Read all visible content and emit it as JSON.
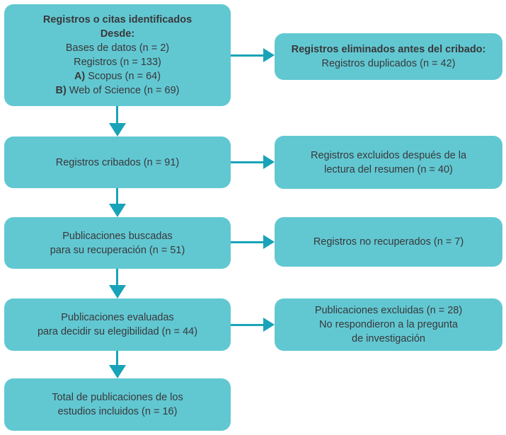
{
  "colors": {
    "box_fill": "#61c8d2",
    "arrow": "#19a3b8",
    "text": "#39383a"
  },
  "boxes": {
    "identified": {
      "line1": "Registros o citas identificados",
      "line2": "Desde:",
      "line3": "Bases de datos (n = 2)",
      "line4": "Registros (n = 133)",
      "line5_prefix": "A)",
      "line5_rest": " Scopus (n = 64)",
      "line6_prefix": "B)",
      "line6_rest": " Web of Science (n = 69)"
    },
    "removed_before_screening": {
      "line1": "Registros eliminados antes del cribado:",
      "line2": "Registros duplicados (n = 42)"
    },
    "screened": {
      "line1": "Registros cribados (n = 91)"
    },
    "excluded_after_abstract": {
      "line1": "Registros excluidos después de la",
      "line2": "lectura del resumen (n = 40)"
    },
    "sought": {
      "line1": "Publicaciones buscadas",
      "line2": "para su recuperación (n = 51)"
    },
    "not_retrieved": {
      "line1": "Registros no recuperados (n = 7)"
    },
    "assessed": {
      "line1": "Publicaciones evaluadas",
      "line2": "para decidir su elegibilidad (n = 44)"
    },
    "excluded_research_question": {
      "line1": "Publicaciones excluidas (n = 28)",
      "line2": "No respondieron a la pregunta",
      "line3": "de investigación"
    },
    "included": {
      "line1": "Total de publicaciones de los",
      "line2": "estudios incluidos (n = 16)"
    }
  }
}
